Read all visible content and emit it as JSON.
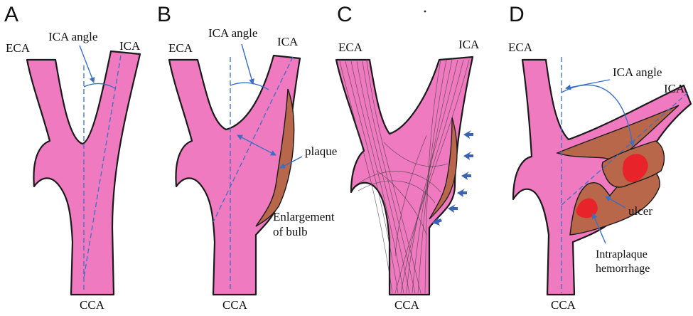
{
  "colors": {
    "vessel": "#f07ac0",
    "plaque": "#b8674a",
    "hemorrhage": "#e8242a",
    "annotation": "#3b6fc4",
    "arrow": "#3b62b3"
  },
  "panels": [
    {
      "letter": "A",
      "eca": "ECA",
      "ica": "ICA",
      "cca": "CCA",
      "angle": "ICA angle"
    },
    {
      "letter": "B",
      "eca": "ECA",
      "ica": "ICA",
      "cca": "CCA",
      "angle": "ICA angle",
      "plaque": "plaque",
      "enlargement_1": "Enlargement",
      "enlargement_2": "of bulb"
    },
    {
      "letter": "C",
      "eca": "ECA",
      "ica": "ICA",
      "cca": "CCA",
      "arrow_icon": "arrow-icon"
    },
    {
      "letter": "D",
      "eca": "ECA",
      "ica": "ICA",
      "cca": "CCA",
      "angle": "ICA angle",
      "ulcer": "ulcer",
      "hemorrhage_1": "Intraplaque",
      "hemorrhage_2": "hemorrhage"
    }
  ]
}
